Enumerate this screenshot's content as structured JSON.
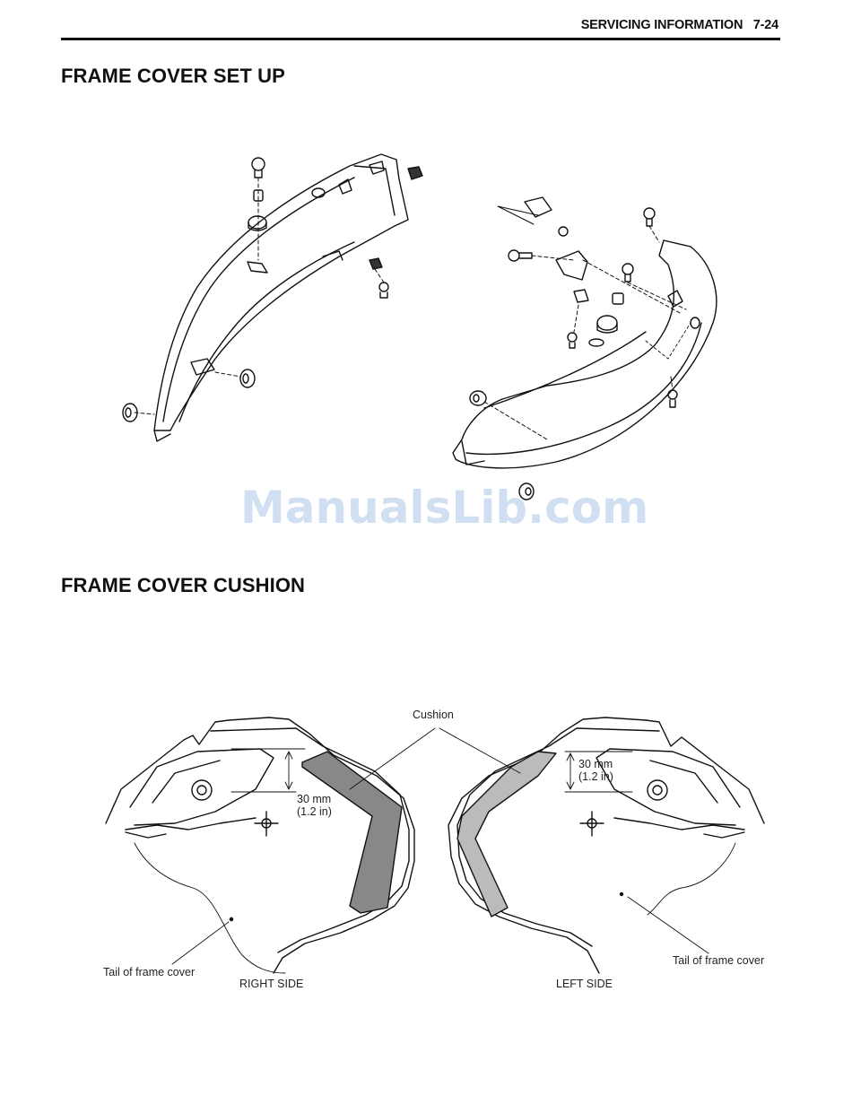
{
  "header": {
    "section": "SERVICING INFORMATION",
    "page_number": "7-24"
  },
  "sections": [
    {
      "title": "FRAME COVER SET UP"
    },
    {
      "title": "FRAME COVER CUSHION"
    }
  ],
  "watermark": "ManualsLib.com",
  "cushion_diagram": {
    "cushion_label": "Cushion",
    "right_side": {
      "dimension_mm": "30 mm",
      "dimension_in": "(1.2 in)",
      "tail_label": "Tail of frame cover",
      "side_label": "RIGHT SIDE"
    },
    "left_side": {
      "dimension_mm": "30 mm",
      "dimension_in": "(1.2 in)",
      "tail_label": "Tail of frame cover",
      "side_label": "LEFT SIDE"
    }
  }
}
